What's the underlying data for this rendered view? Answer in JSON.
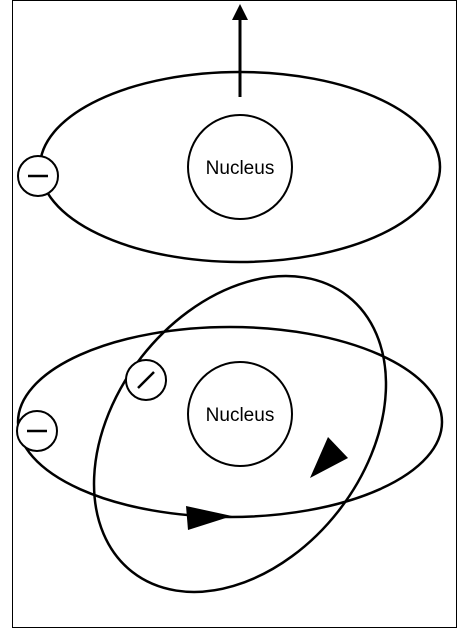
{
  "diagram": {
    "top_atom": {
      "nucleus_label": "Nucleus",
      "electron_symbol": "−",
      "has_magnetic_moment_arrow": true
    },
    "bottom_atom": {
      "nucleus_label": "Nucleus",
      "electron_symbols": [
        "−",
        "−"
      ],
      "orbit_count": 2,
      "direction_arrows": 2
    },
    "colors": {
      "stroke": "#000000",
      "background": "#ffffff"
    }
  }
}
